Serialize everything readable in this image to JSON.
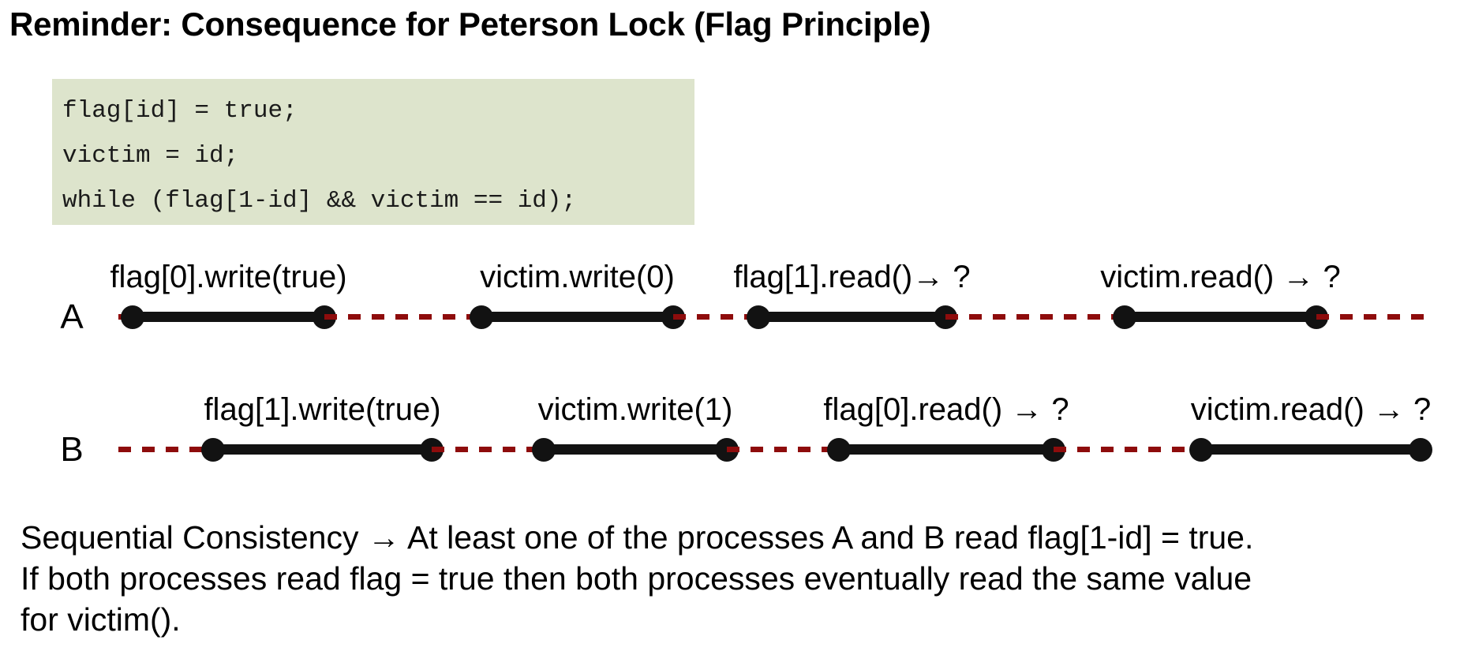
{
  "slide": {
    "title": "Reminder: Consequence for Peterson Lock (Flag Principle)"
  },
  "code_block": {
    "background_color": "#dde4cc",
    "lines": [
      "flag[id] = true;",
      "victim = id;",
      "while (flag[1-id] && victim == id);"
    ]
  },
  "diagram": {
    "dash_color": "#8e0c0c",
    "interval_color": "#121212",
    "rows": [
      {
        "process": "A",
        "leading_dash": true,
        "trailing_dash": true,
        "operations": [
          {
            "label": "flag[0].write(true)",
            "start": 168,
            "end": 411
          },
          {
            "label": "victim.write(0)",
            "start": 610,
            "end": 853
          },
          {
            "label": "flag[1].read()→ ?",
            "start": 961,
            "end": 1198
          },
          {
            "label": "victim.read() → ?",
            "start": 1425,
            "end": 1668
          }
        ]
      },
      {
        "process": "B",
        "leading_dash": true,
        "trailing_dash": false,
        "operations": [
          {
            "label": "flag[1].write(true)",
            "start": 270,
            "end": 547
          },
          {
            "label": "victim.write(1)",
            "start": 689,
            "end": 921
          },
          {
            "label": "flag[0].read() → ?",
            "start": 1063,
            "end": 1335
          },
          {
            "label": "victim.read() → ?",
            "start": 1522,
            "end": 1800
          }
        ]
      }
    ]
  },
  "conclusion": {
    "lines": [
      "Sequential Consistency → At least one of the processes A and B read flag[1-id] = true.",
      "If both processes read flag = true then both processes eventually read the same value",
      "for victim()."
    ]
  }
}
